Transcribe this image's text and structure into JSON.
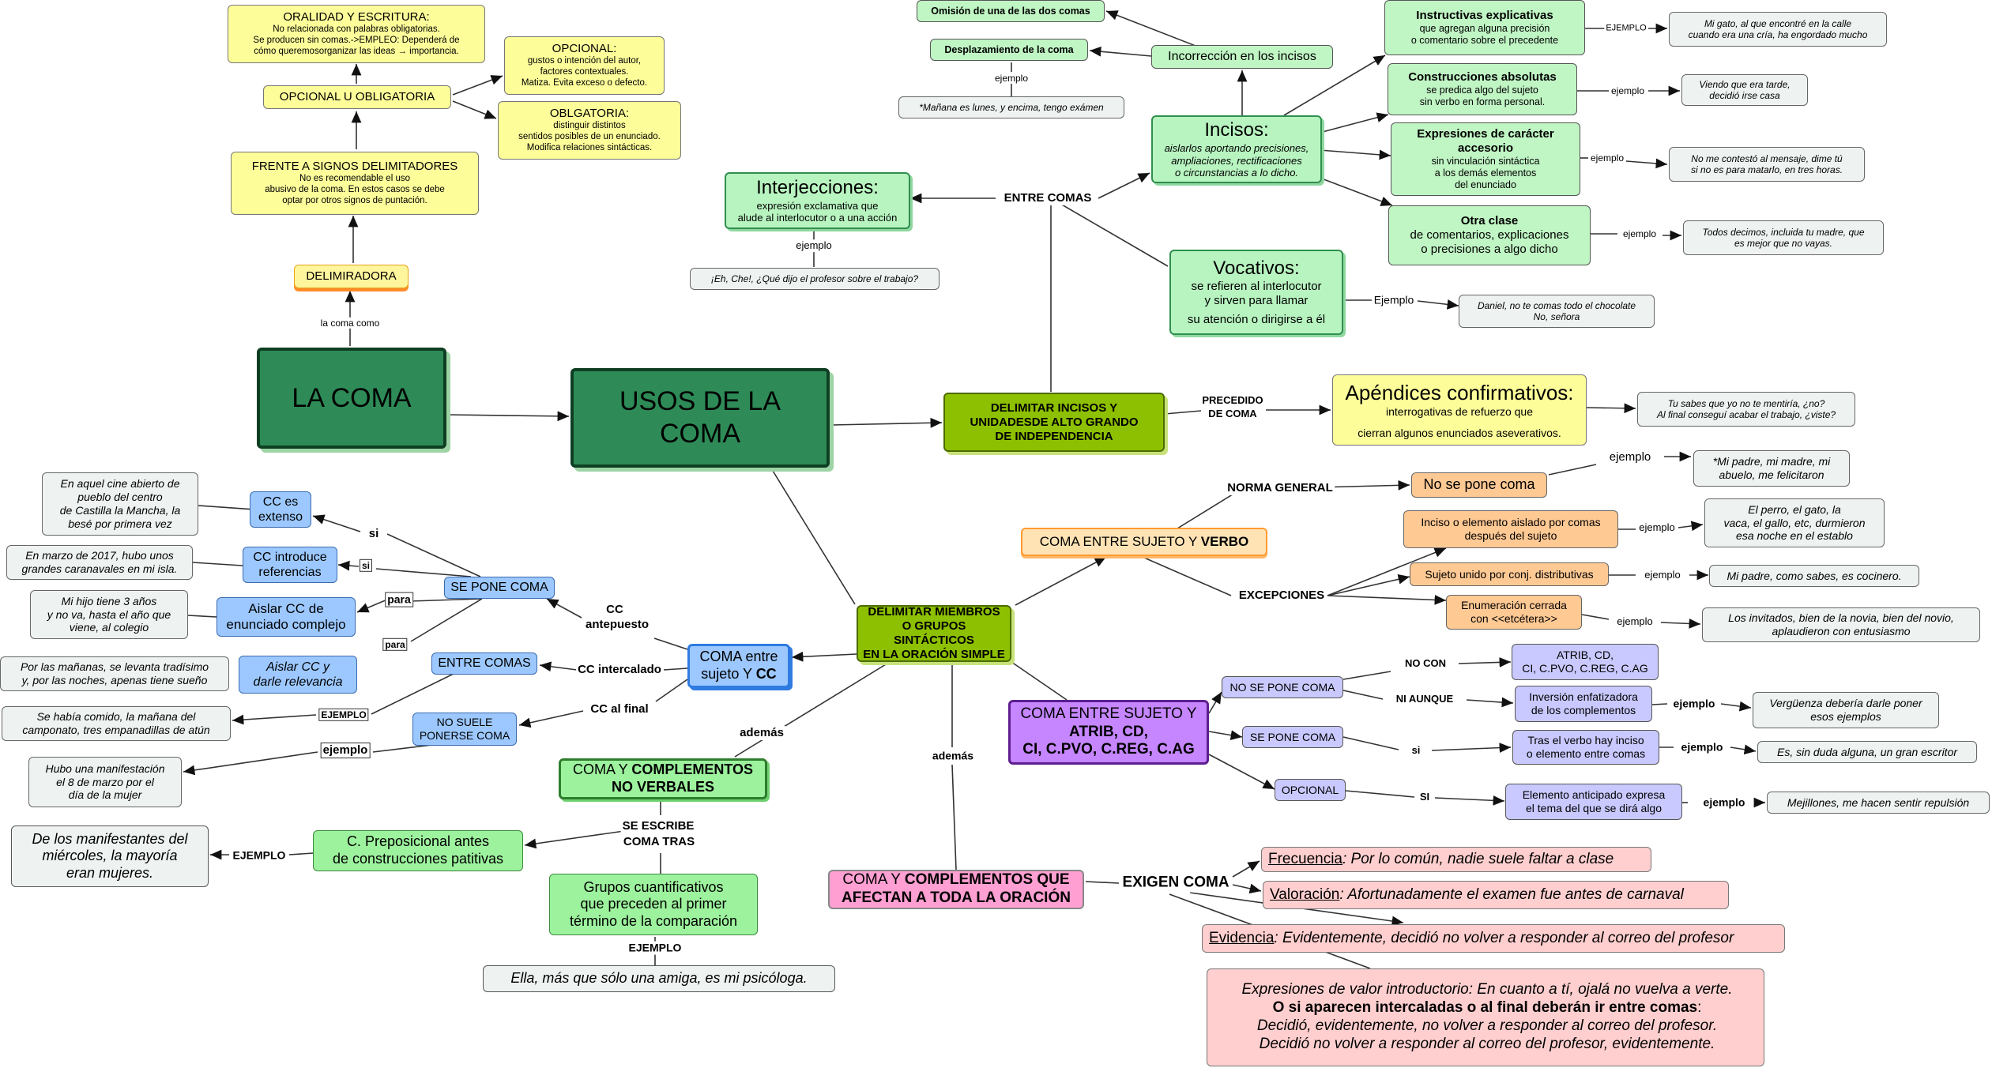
{
  "nodes": {
    "la_coma": "LA COMA",
    "usos": "USOS DE LA COMA",
    "delimiradora": "DELIMIRADORA",
    "frente_h": "FRENTE A SIGNOS DELIMITADORES",
    "frente_s1": "No es recomendable el uso",
    "frente_s2": "abusivo de la coma. En estos casos se debe",
    "frente_s3": "optar por otros signos de puntación.",
    "opc_oblig": "OPCIONAL U OBLIGATORIA",
    "oral_h": "ORALIDAD Y ESCRITURA:",
    "oral_s1": "No relacionada con palabras obligatorias.",
    "oral_s2": "Se producen sin comas.->EMPLEO: Dependerá de",
    "oral_s3": "cómo queremosorganizar las ideas → importancia.",
    "opcional_h": "OPCIONAL:",
    "opcional_s1": "gustos o intención del autor,",
    "opcional_s2": "factores contextuales.",
    "opcional_s3": "Matiza. Evita exceso o defecto.",
    "oblig_h": "OBLGATORIA:",
    "oblig_s1": "distinguir distintos",
    "oblig_s2": "sentidos posibles de un enunciado.",
    "oblig_s3": "Modifica relaciones sintácticas.",
    "interj_h": "Interjecciones:",
    "interj_s1": "expresión exclamativa que",
    "interj_s2": "alude al interlocutor o a una acción",
    "interj_ex": "¡Eh, Che!, ¿Qué dijo el profesor sobre el trabajo?",
    "omision": "Omisión de una de las dos comas",
    "desplaz": "Desplazamiento de la coma",
    "incorr": "Incorrección en los incisos",
    "manana_ex": "*Mañana es lunes, y encima, tengo exámen",
    "incisos_h": "Incisos:",
    "incisos_s1": "aislarlos aportando precisiones,",
    "incisos_s2": "ampliaciones, rectificaciones",
    "incisos_s3": "o circunstancias a lo dicho.",
    "instr_h": "Instructivas explicativas",
    "instr_s1": "que agregan alguna precisión",
    "instr_s2": "o comentario sobre el precedente",
    "instr_ex1": "Mi gato, al que encontré en la calle",
    "instr_ex2": "cuando era una cría, ha engordado mucho",
    "abs_h": "Construcciones absolutas",
    "abs_s1": "se predica algo del sujeto",
    "abs_s2": "sin verbo en forma personal.",
    "abs_ex1": "Viendo que era tarde,",
    "abs_ex2": "decidió irse  casa",
    "acc_h1": "Expresiones de carácter",
    "acc_h2": "accesorio",
    "acc_s1": "sin vinculación sintáctica",
    "acc_s2": "a los demás elementos",
    "acc_s3": "del enunciado",
    "acc_ex1": "No me contestó  al mensaje, dime tú",
    "acc_ex2": "si no es para matarlo, en tres horas.",
    "otra_h": "Otra clase",
    "otra_s1": "de comentarios, explicaciones",
    "otra_s2": "o precisiones a algo dicho",
    "otra_ex1": "Todos decimos, incluida tu madre, que",
    "otra_ex2": "es mejor que no vayas.",
    "voc_h": "Vocativos:",
    "voc_s1": "se refieren al interlocutor",
    "voc_s2": "y sirven para llamar",
    "voc_s3": "su atención o dirigirse a él",
    "voc_ex1": "Daniel, no te comas todo el chocolate",
    "voc_ex2": "No, señora",
    "delim_inc1": "DELIMITAR INCISOS Y",
    "delim_inc2": "UNIDADESDE ALTO GRANDO",
    "delim_inc3": "DE INDEPENDENCIA",
    "apend_h": "Apéndices confirmativos:",
    "apend_s1": "interrogativas de refuerzo que",
    "apend_s2": "cierran algunos enunciados aseverativos.",
    "apend_ex1": "Tu sabes que yo no te mentiría, ¿no?",
    "apend_ex2": "Al final conseguí acabar el trabajo, ¿viste?",
    "no_pone": "No se pone coma",
    "padre_ex1": "*Mi padre, mi madre, mi",
    "padre_ex2": "abuelo, me felicitaron",
    "coma_sv_a": "COMA ENTRE SUJETO Y ",
    "coma_sv_b": "VERBO",
    "inciso1": "Inciso o elemento aislado por comas",
    "inciso2": "después del sujeto",
    "perro_ex1": "El perro, el gato, la",
    "perro_ex2": "vaca, el gallo, etc, durmieron",
    "perro_ex3": "esa noche en el establo",
    "distrib": "Sujeto unido por conj. distributivas",
    "distrib_ex": "Mi padre, como sabes, es cocinero.",
    "enum1": "Enumeración cerrada",
    "enum2": "con <<etcétera>>",
    "enum_ex1": "Los invitados, bien de la novia, bien del novio,",
    "enum_ex2": "aplaudieron con entusiasmo",
    "delim_miem1": "DELIMITAR MIEMBROS",
    "delim_miem2": "O GRUPOS SINTÁCTICOS",
    "delim_miem3": "EN LA ORACIÓN SIMPLE",
    "coma_cc1": "COMA entre",
    "coma_cc2a": "sujeto Y ",
    "coma_cc2b": "CC",
    "se_pone_cc": "SE PONE COMA",
    "entre_comas": "ENTRE COMAS",
    "no_suele1": "NO SUELE",
    "no_suele2": "PONERSE COMA",
    "cc_ext1": "CC es",
    "cc_ext2": "extenso",
    "cc_intro1": "CC introduce",
    "cc_intro2": "referencias",
    "aislar1": "Aislar CC de",
    "aislar2": "enunciado complejo",
    "aislar_rel1": "Aislar CC y",
    "aislar_rel2": "darle relevancia",
    "cine_ex1": "En aquel cine abierto de",
    "cine_ex2": "pueblo del centro",
    "cine_ex3": "de Castilla la Mancha, la",
    "cine_ex4": "besé por primera vez",
    "marzo_ex1": "En marzo de 2017, hubo unos",
    "marzo_ex2": "grandes caranavales en mi isla.",
    "hijo_ex1": "Mi hijo tiene 3 años",
    "hijo_ex2": "y no va, hasta el año que",
    "hijo_ex3": "viene, al colegio",
    "mananas_ex1": "Por las mañanas, se levanta tradísimo",
    "mananas_ex2": "y, por las noches, apenas tiene sueño",
    "comido_ex1": "Se había comido, la mañana del",
    "comido_ex2": "camponato, tres empanadillas de atún",
    "manif_ex1": "Hubo una manifestación",
    "manif_ex2": "el 8 de marzo por el",
    "manif_ex3": "día de la mujer",
    "csat1": "COMA ENTRE SUJETO Y",
    "csat2": "ATRIB, CD,",
    "csat3": "CI, C.PVO, C.REG, C.AG",
    "no_se_pone": "NO SE PONE COMA",
    "se_pone": "SE PONE COMA",
    "opcional": "OPCIONAL",
    "atrib1": "ATRIB, CD,",
    "atrib2": "CI, C.PVO, C.REG, C.AG",
    "inversion1": "Inversión enfatizadora",
    "inversion2": "de los complementos",
    "verguenza_ex1": "Vergüenza debería darle poner",
    "verguenza_ex2": "esos ejemplos",
    "tras1": "Tras el verbo hay inciso",
    "tras2": "o elemento entre comas",
    "duda_ex": "Es, sin duda alguna, un gran escritor",
    "anticip1": "Elemento anticipado expresa",
    "anticip2": "el tema del que se dirá algo",
    "mejill_ex": "Mejillones, me hacen sentir repulsión",
    "cnv_a": "COMA Y ",
    "cnv_b": "COMPLEMENTOS",
    "cnv_c": "NO VERBALES",
    "prep1": "C. Preposicional antes",
    "prep2": "de construcciones patitivas",
    "manifest_ex1": "De los manifestantes del",
    "manifest_ex2": "miércoles, la mayoría",
    "manifest_ex3": "eran mujeres.",
    "grupos1": "Grupos cuantificativos",
    "grupos2": "que preceden al primer",
    "grupos3": "término de la comparación",
    "ella_ex": "Ella, más que sólo una amiga, es mi psicóloga.",
    "cato_a": "COMA Y ",
    "cato_b": "COMPLEMENTOS QUE",
    "cato_c": "AFECTAN A TODA LA ORACIÓN",
    "frec_h": "Frecuencia",
    "frec_s": ":  Por lo común, nadie suele faltar a clase",
    "val_h": "Valoración",
    "val_s": ": Afortunadamente el examen fue antes de carnaval",
    "evid_h": "Evidencia",
    "evid_s": ": Evidentemente, decidió no volver a responder al correo del profesor",
    "expr1": "Expresiones de valor introductorio:  En cuanto a tí, ojalá no vuelva a verte.",
    "expr2": "O si aparecen intercaladas o al final deberán ir entre comas",
    "expr2b": ":",
    "expr3": "Decidió, evidentemente, no volver a responder al correo del profesor.",
    "expr4": "Decidió no volver a responder al correo del profesor, evidentemente."
  },
  "labels": {
    "la_coma_como": "la coma como",
    "entre_comas": "ENTRE COMAS",
    "ejemplo": "ejemplo",
    "EJEMPLO": "EJEMPLO",
    "Ejemplo": "Ejemplo",
    "precedido1": "PRECEDIDO",
    "precedido2": "DE COMA",
    "norma": "NORMA GENERAL",
    "excepciones": "EXCEPCIONES",
    "cc_ante1": "CC",
    "cc_ante2": "antepuesto",
    "cc_inter": "CC intercalado",
    "cc_final": "CC al final",
    "si": "si",
    "para": "para",
    "ademas": "además",
    "no_con": "NO CON",
    "ni_aunque": "NI AUNQUE",
    "SI": "SI",
    "se_escribe1": "SE ESCRIBE",
    "se_escribe2": "COMA TRAS",
    "exigen": "EXIGEN COMA"
  }
}
